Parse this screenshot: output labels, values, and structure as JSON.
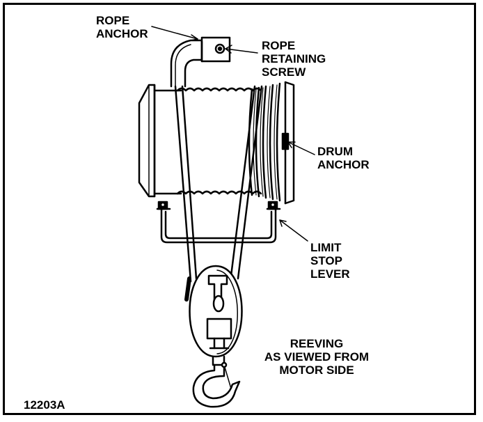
{
  "labels": {
    "rope_anchor": [
      "ROPE",
      "ANCHOR"
    ],
    "rope_retaining_screw": [
      "ROPE",
      "RETAINING",
      "SCREW"
    ],
    "drum_anchor": [
      "DRUM",
      "ANCHOR"
    ],
    "limit_stop_lever": [
      "LIMIT",
      "STOP",
      "LEVER"
    ],
    "reeving": [
      "REEVING",
      "AS VIEWED FROM",
      "MOTOR SIDE"
    ]
  },
  "figure_id": "12203A",
  "colors": {
    "ink": "#000000",
    "paper": "#ffffff"
  }
}
